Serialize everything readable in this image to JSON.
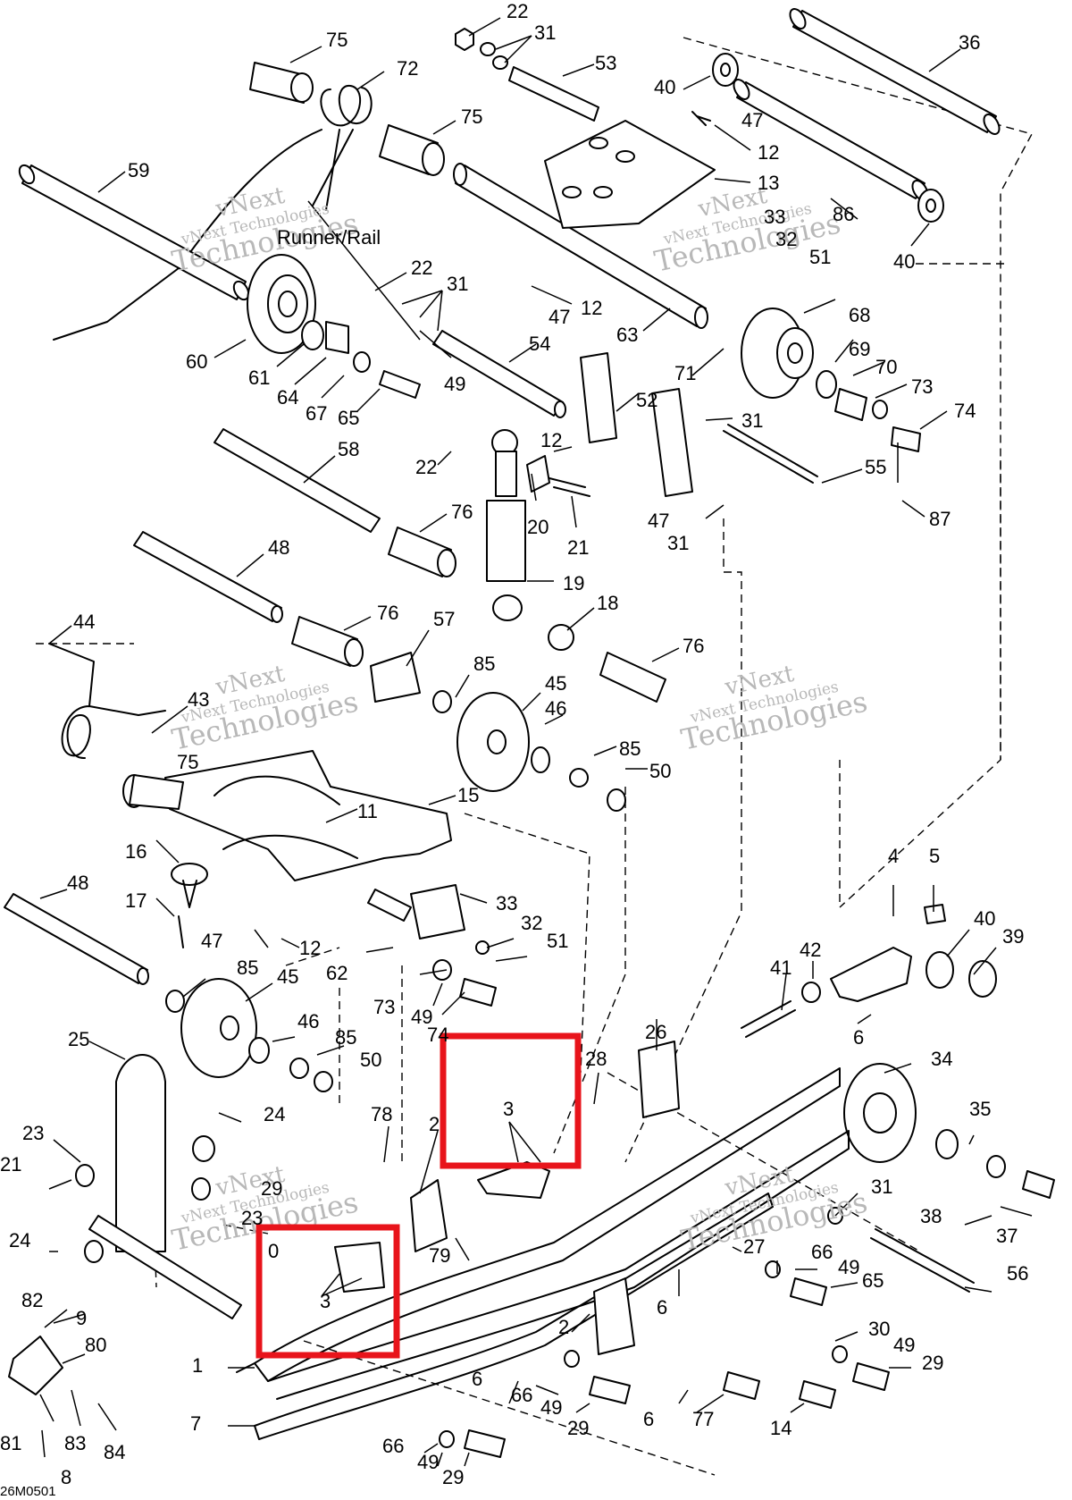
{
  "diagram": {
    "caption": "26M0501",
    "heading_label": "Runner/Rail",
    "watermark": {
      "line1": "vNext",
      "line2": "vNext Technologies",
      "line3": "Technologies"
    },
    "highlight_color": "#e8141b",
    "callouts": {
      "c1": "22",
      "c2": "31",
      "c3": "75",
      "c4": "72",
      "c5": "53",
      "c6": "36",
      "c7": "40",
      "c8": "47",
      "c9": "75",
      "c10": "12",
      "c11": "59",
      "c12": "13",
      "c13": "33",
      "c14": "86",
      "c15": "32",
      "c16": "51",
      "c17": "40",
      "c18": "22",
      "c19": "31",
      "c20": "12",
      "c21": "47",
      "c22": "60",
      "c23": "61",
      "c24": "64",
      "c25": "67",
      "c26": "65",
      "c27": "49",
      "c28": "54",
      "c29": "63",
      "c30": "68",
      "c31": "69",
      "c32": "71",
      "c33": "70",
      "c34": "73",
      "c35": "52",
      "c36": "31",
      "c37": "74",
      "c38": "58",
      "c39": "22",
      "c40": "12",
      "c41": "55",
      "c42": "20",
      "c43": "21",
      "c44": "47",
      "c45": "87",
      "c46": "76",
      "c47": "31",
      "c48": "48",
      "c49": "19",
      "c50": "44",
      "c51": "76",
      "c52": "57",
      "c53": "18",
      "c54": "76",
      "c55": "85",
      "c56": "45",
      "c57": "43",
      "c58": "46",
      "c59": "75",
      "c60": "85",
      "c61": "50",
      "c62": "15",
      "c63": "11",
      "c64": "16",
      "c65": "4",
      "c66": "5",
      "c67": "48",
      "c68": "33",
      "c69": "17",
      "c70": "40",
      "c71": "32",
      "c72": "39",
      "c73": "51",
      "c74": "47",
      "c75": "12",
      "c76": "62",
      "c77": "42",
      "c78": "41",
      "c79": "85",
      "c80": "45",
      "c81": "73",
      "c82": "49",
      "c83": "74",
      "c84": "6",
      "c85": "26",
      "c86": "25",
      "c87": "46",
      "c88": "85",
      "c89": "28",
      "c90": "34",
      "c91": "50",
      "c92": "3",
      "c93": "24",
      "c94": "78",
      "c95": "2",
      "c96": "23",
      "c97": "35",
      "c98": "21",
      "c99": "29",
      "c100": "23",
      "c101": "31",
      "c102": "38",
      "c103": "24",
      "c104": "79",
      "c105": "27",
      "c106": "37",
      "c107": "0",
      "c108": "66",
      "c109": "49",
      "c110": "65",
      "c111": "56",
      "c112": "3",
      "c113": "82",
      "c114": "9",
      "c115": "6",
      "c116": "80",
      "c117": "2",
      "c118": "30",
      "c119": "1",
      "c120": "49",
      "c121": "6",
      "c122": "29",
      "c123": "66",
      "c124": "7",
      "c125": "49",
      "c126": "29",
      "c127": "6",
      "c128": "77",
      "c129": "14",
      "c130": "81",
      "c131": "83",
      "c132": "84",
      "c133": "66",
      "c134": "49",
      "c135": "29",
      "c136": "8"
    }
  }
}
